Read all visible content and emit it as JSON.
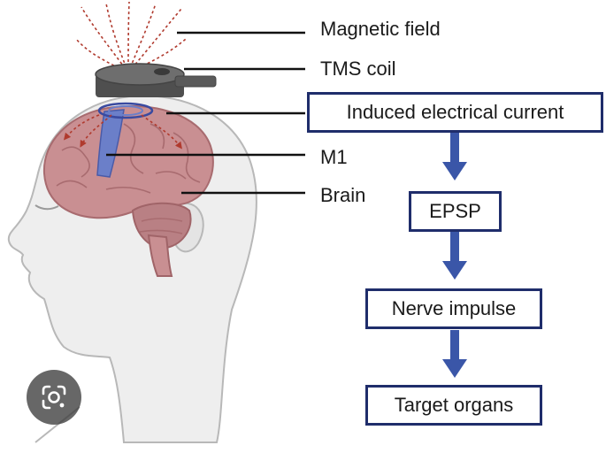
{
  "labels": {
    "magnetic_field": "Magnetic field",
    "tms_coil": "TMS coil",
    "m1": "M1",
    "brain": "Brain"
  },
  "flow": {
    "induced_current": "Induced electrical current",
    "epsp": "EPSP",
    "nerve_impulse": "Nerve impulse",
    "target_organs": "Target organs"
  },
  "colors": {
    "box_border": "#1f2d6b",
    "arrow": "#3a56a8",
    "brain": "#c98f92",
    "motor_cortex": "#6b7fc9",
    "coil": "#5a5a5a",
    "field_lines": "#b03a2e"
  },
  "icons": {
    "lens_button": "google-lens-icon"
  }
}
